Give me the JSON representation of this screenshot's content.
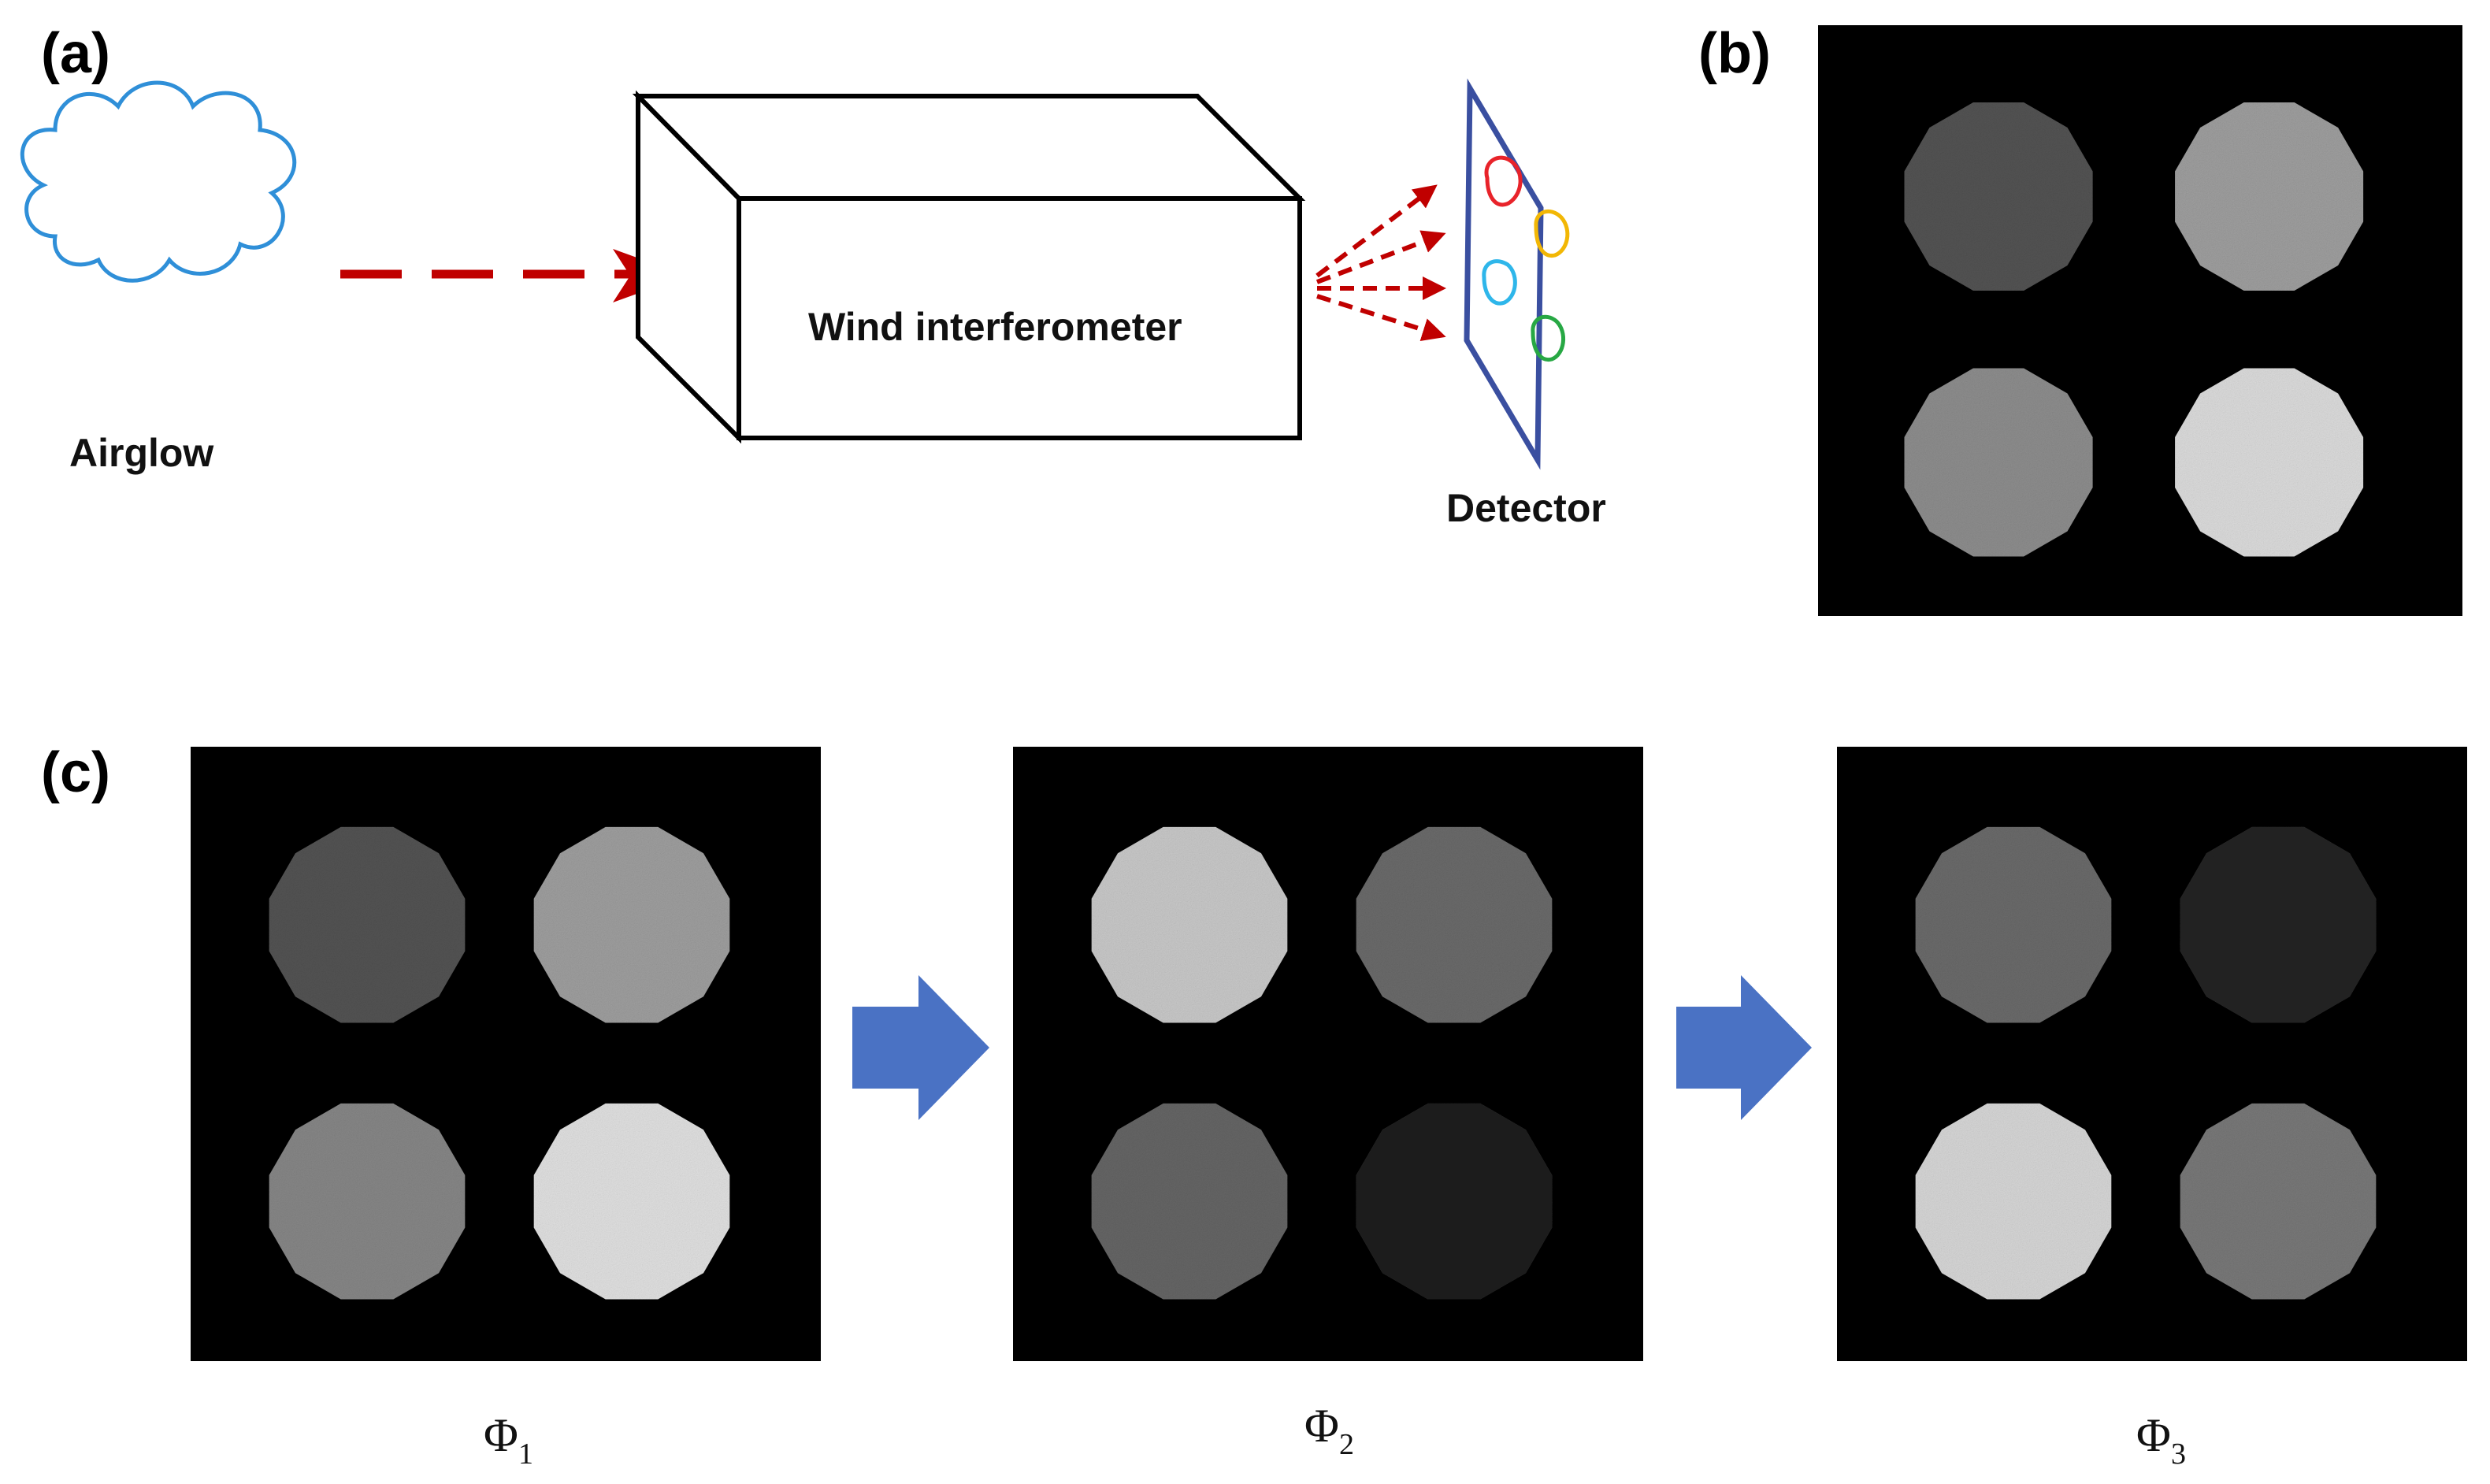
{
  "panels": {
    "a": "(a)",
    "b": "(b)",
    "c": "(c)"
  },
  "diagram": {
    "source_label": "Airglow",
    "instrument_label": "Wind interferometer",
    "detector_label": "Detector",
    "detector_spot_colors": [
      "#e8232a",
      "#f2b705",
      "#2eb6ea",
      "#27a844"
    ]
  },
  "sequence": {
    "phi_symbol": "Φ",
    "subscripts": [
      "1",
      "2",
      "3"
    ]
  },
  "colors": {
    "cloud": "#2f8fd8",
    "beam_arrow": "#c00000",
    "detector_frame": "#3a4fa0",
    "step_arrow": "#4a72c4",
    "image_background": "#000000"
  },
  "image_spot_brightness": {
    "b": [
      0.3,
      0.62,
      0.55,
      0.88
    ],
    "phi1": [
      0.3,
      0.62,
      0.52,
      0.9
    ],
    "phi2": [
      0.8,
      0.4,
      0.38,
      0.08
    ],
    "phi3": [
      0.4,
      0.1,
      0.86,
      0.46
    ]
  }
}
